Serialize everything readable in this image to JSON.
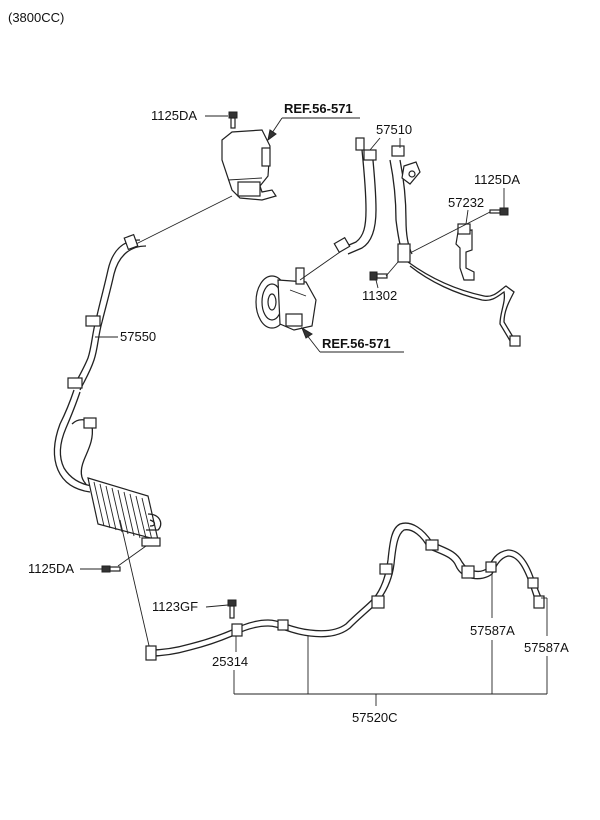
{
  "header": {
    "engine": "(3800CC)"
  },
  "labels": {
    "bolt_reservoir": "1125DA",
    "ref_reservoir": "REF.56-571",
    "pressure_hose": "57510",
    "bolt_bracket": "1125DA",
    "bracket": "57232",
    "bolt_pump": "11302",
    "ref_pump": "REF.56-571",
    "return_hose": "57550",
    "bolt_cooler": "1125DA",
    "bolt_clamp": "1123GF",
    "clamp": "25314",
    "clip_a1": "57587A",
    "clip_a2": "57587A",
    "return_tube": "57520C"
  }
}
